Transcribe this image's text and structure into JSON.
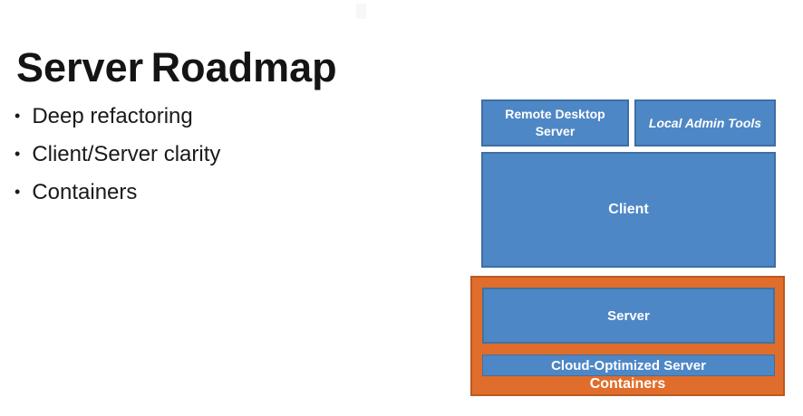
{
  "slide": {
    "title": "Server Roadmap",
    "bullet_char": "•",
    "bullets": [
      "Deep refactoring",
      "Client/Server clarity",
      "Containers"
    ]
  },
  "diagram": {
    "remote_desktop_server": "Remote Desktop Server",
    "local_admin_tools": "Local Admin Tools",
    "client": "Client",
    "server": "Server",
    "cloud_optimized_server": "Cloud-Optimized Server",
    "containers": "Containers"
  },
  "colors": {
    "box_blue": "#4e87c6",
    "box_blue_border": "#3d6ea5",
    "group_orange": "#e06d2b",
    "group_orange_border": "#bb5a20",
    "box_text": "#ffffff",
    "slide_text": "#1a1a1a",
    "background": "#ffffff"
  }
}
